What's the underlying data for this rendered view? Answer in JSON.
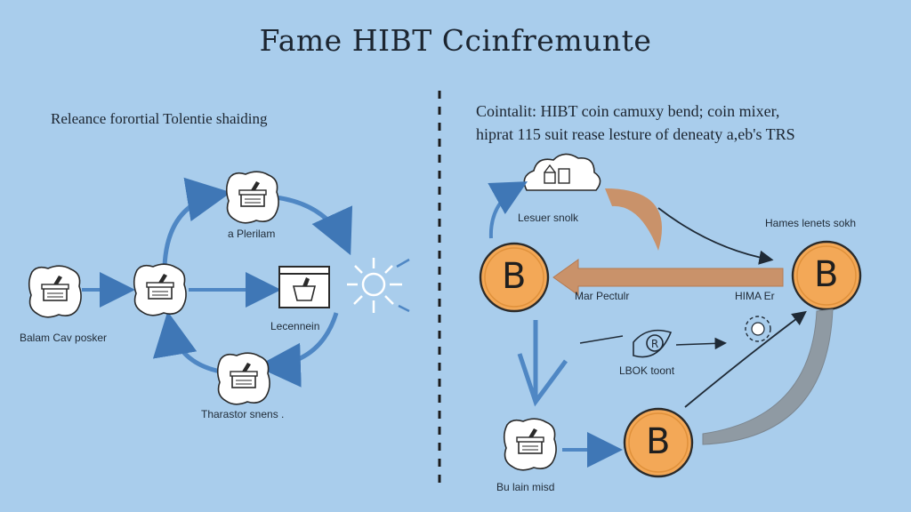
{
  "title": "Fame HIBT Ccinfremunte",
  "left_panel": {
    "subtitle": "Releance forortial Tolentie shaiding",
    "labels": {
      "top_node": "a Plerilam",
      "left_node": "Balam Cav posker",
      "box_node": "Lecennein",
      "bottom_node": "Tharastor snens ."
    }
  },
  "right_panel": {
    "description_line1": "Cointalit: HIBT coin camuxy bend; coin mixer,",
    "description_line2": "hiprat 115 suit rease lesture of deneaty a,eb's TRS",
    "labels": {
      "cloud_node": "Lesuer snolk",
      "right_coin": "Hames lenets sokh",
      "arrow_middle": "Mar Pectulr",
      "right_coin_lower": "HIMA Er",
      "center_small": "LBOK toont",
      "bottom_node": "Bu lain misd"
    },
    "coin_symbol": "B"
  },
  "colors": {
    "background": "#a9cdec",
    "arrow_blue": "#4f87c4",
    "coin_orange": "#f3a857",
    "coin_stroke": "#2a2a2a",
    "arrow_tan": "#c9926a",
    "arrow_gray": "#8f9aa3"
  }
}
